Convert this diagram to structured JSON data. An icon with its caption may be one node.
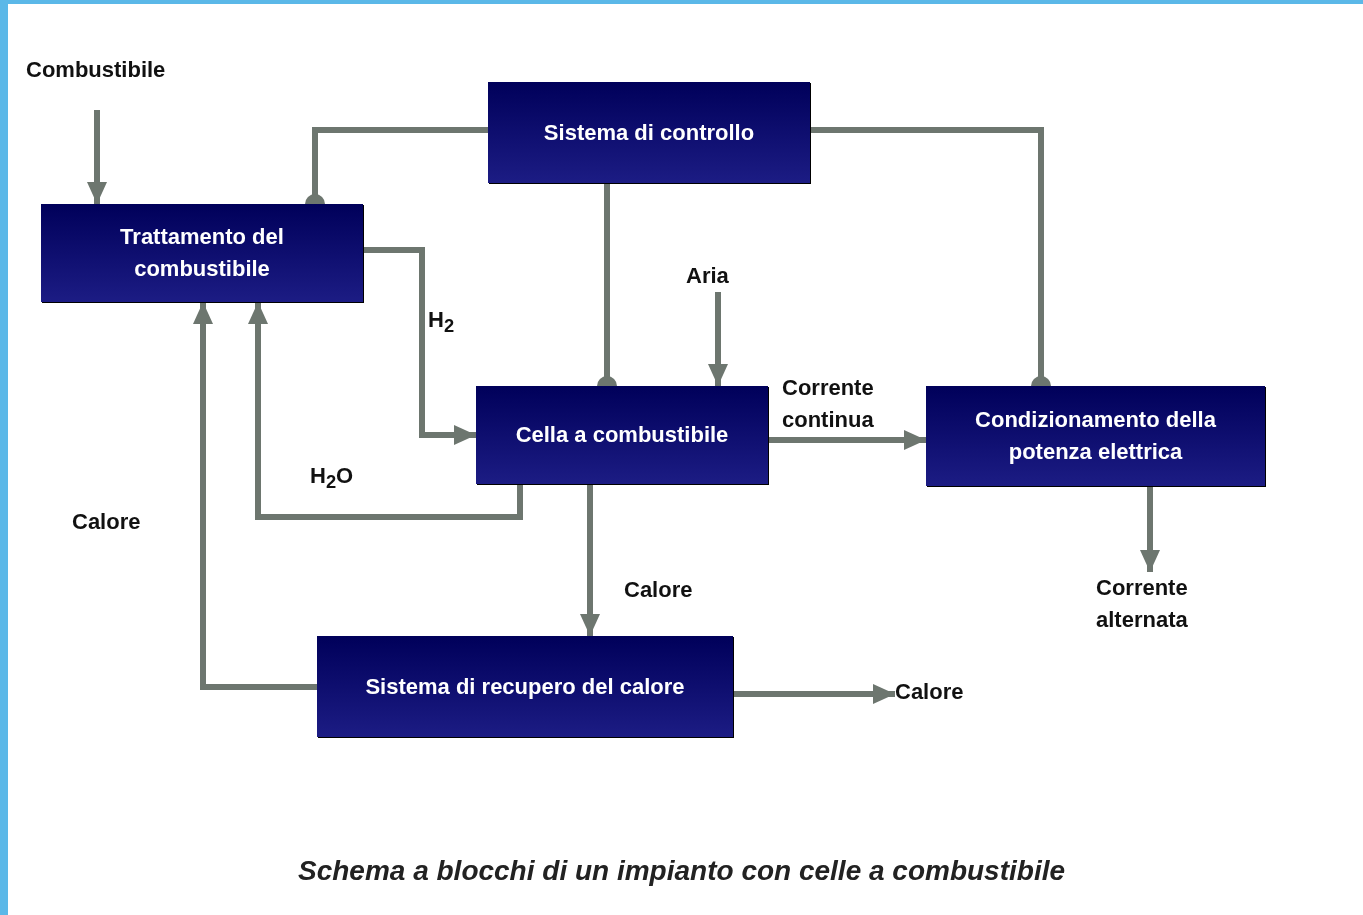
{
  "diagram": {
    "caption": "Schema a blocchi di un impianto con celle a combustibile",
    "nodes": [
      {
        "text": [
          "Sistema di controllo"
        ]
      },
      {
        "text": [
          "Combustibile"
        ]
      },
      {
        "text": [
          "Trattamento del combustibile"
        ]
      },
      {
        "text": [
          "Aria"
        ]
      },
      {
        "text": [
          "Cella a combustibile"
        ]
      },
      {
        "text": [
          "Condizionamento della potenza elettrica"
        ]
      },
      {
        "text": [
          "Corrente alternata"
        ]
      },
      {
        "text": [
          "Sistema di recupero del calore"
        ]
      },
      {
        "text": [
          "Calore"
        ]
      }
    ],
    "edges": [
      {
        "from": 1,
        "to": 2,
        "arrow": "to"
      },
      {
        "from": 0,
        "to": 2,
        "arrow": "other"
      },
      {
        "from": 0,
        "to": 4,
        "arrow": "other"
      },
      {
        "from": 0,
        "to": 5,
        "arrow": "other"
      },
      {
        "from": 2,
        "to": 4,
        "arrow": "to",
        "label": "H$_{2}$"
      },
      {
        "from": 3,
        "to": 4,
        "arrow": "to"
      },
      {
        "from": 4,
        "to": 5,
        "arrow": "to",
        "label": "Corrente continua"
      },
      {
        "from": 4,
        "to": 2,
        "arrow": "to",
        "label": "H$_{2}$O"
      },
      {
        "from": 4,
        "to": 7,
        "arrow": "to",
        "label": "Calore"
      },
      {
        "from": 7,
        "to": 2,
        "arrow": "to",
        "label": "Calore"
      },
      {
        "from": 5,
        "to": 6,
        "arrow": "to"
      },
      {
        "from": 7,
        "to": 8,
        "arrow": "to"
      }
    ]
  }
}
